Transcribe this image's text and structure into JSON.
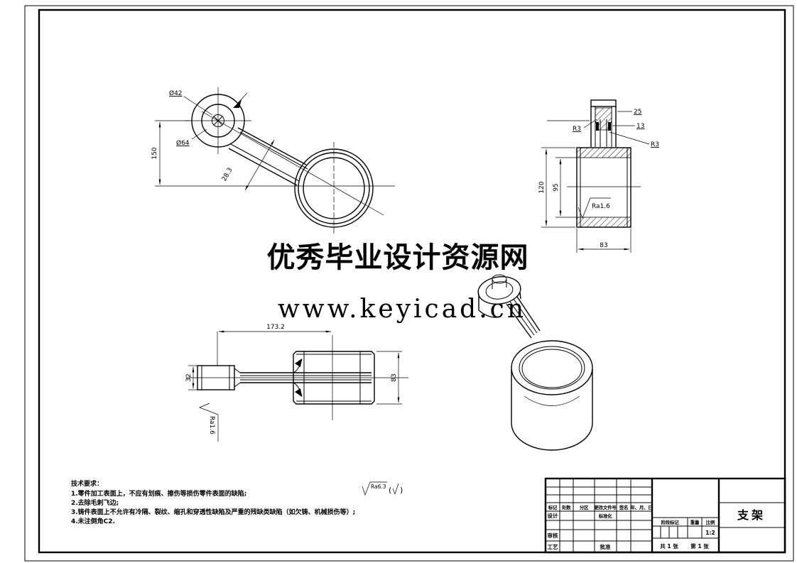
{
  "watermark": {
    "line1": "优秀毕业设计资源网",
    "line2": "www.keyicad.cn",
    "color": "#e60f0f"
  },
  "tech_requirements": {
    "title": "技术要求：",
    "item1": "1.零件加工表面上，不应有划痕、擦伤等损伤零件表面的缺陷;",
    "item2": "2.去除毛刺飞边;",
    "item3": "3.铸件表面上不允许有冷隔、裂纹、缩孔和穿透性缺陷及严重的残缺类缺陷（如欠铸、机械损伤等）;",
    "item4": "4.未注倒角C2."
  },
  "surface_note": {
    "roughness": "Ra6.3",
    "open_paren": "(",
    "close_paren": ")"
  },
  "front_view": {
    "dia_42": "Ø42",
    "dia_64": "Ø64",
    "height_150": "150",
    "arm_width": "28.3"
  },
  "section_view": {
    "width_25": "25",
    "width_13": "13",
    "radius_left": "R3",
    "radius_right": "R3",
    "height_120": "120",
    "height_95": "95",
    "width_83": "83",
    "roughness": "Ra1.6"
  },
  "side_view": {
    "length": "173.2",
    "boss_width": "32",
    "dia_83": "83",
    "roughness": "Ra1.6"
  },
  "title_block": {
    "part_name": "支架",
    "scale_value": "1:2",
    "col_mark": "标记",
    "col_count": "处数",
    "col_zone": "分区",
    "col_doc_no": "更改文件号",
    "col_sign": "签名",
    "col_date": "年、月、日",
    "row_design": "设计",
    "row_standard": "标准化",
    "row_check": "审核",
    "row_process": "工艺",
    "row_approve": "批准",
    "stage_mark": "阶段标记",
    "weight": "重量",
    "scale_label": "比例",
    "sheet_count": "共 1 张",
    "sheet_no": "第 1 张"
  }
}
